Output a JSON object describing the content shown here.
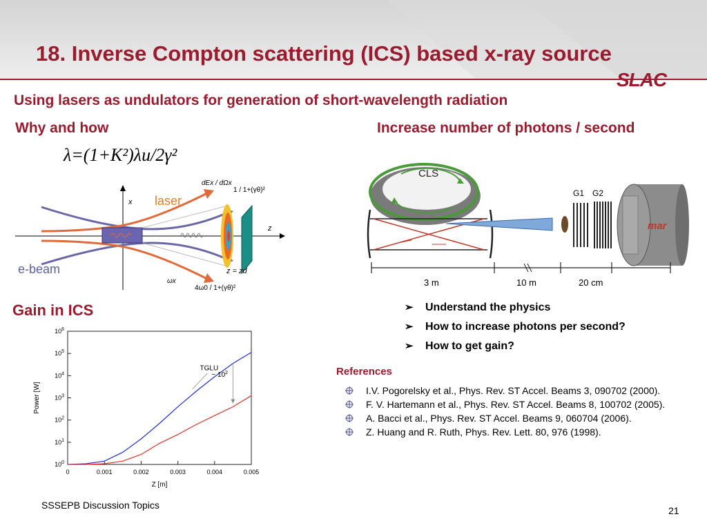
{
  "title": "18. Inverse Compton scattering (ICS) based x-ray source",
  "logo_text": "SLAC",
  "subtitle": "Using lasers as undulators for generation of short-wavelength radiation",
  "sections": {
    "why_how": "Why and how",
    "increase": "Increase number of photons / second",
    "gain": "Gain in ICS"
  },
  "formula": "λ=(1+K²)λu/2γ²",
  "diagram_left": {
    "laser_label": "laser",
    "ebeam_label": "e-beam",
    "axis_x": "x",
    "axis_z": "z",
    "z_eq": "z = zd",
    "eq_top_left": "dEx / dΩx",
    "eq_top_right": "1 / 1+(γθ)²",
    "eq_bottom_left": "ωx",
    "eq_bottom_right": "4ω0 / 1+(γθ)²"
  },
  "diagram_right": {
    "ring_label": "CLS",
    "g1": "G1",
    "g2": "G2",
    "detector": "mar",
    "dist_1": "3 m",
    "dist_2": "10 m",
    "dist_3": "20 cm"
  },
  "bullets": [
    "Understand the physics",
    "How to increase photons per second?",
    "How to get gain?"
  ],
  "refs_title": "References",
  "references": [
    "I.V. Pogorelsky et al., Phys. Rev. ST Accel. Beams 3, 090702 (2000).",
    "F. V. Hartemann et al., Phys. Rev. ST Accel. Beams 8, 100702 (2005).",
    "A. Bacci et al., Phys. Rev. ST Accel. Beams 9, 060704 (2006).",
    "Z. Huang and R. Ruth, Phys. Rev. Lett. 80, 976 (1998)."
  ],
  "footer": "SSSEPB Discussion Topics",
  "page_number": "21",
  "colors": {
    "accent": "#9b1b2e",
    "blue_curve": "#1f2fd6",
    "red_curve": "#e0302a"
  },
  "chart_data": {
    "type": "line",
    "title": "",
    "xlabel": "Z [m]",
    "ylabel": "Power [W]",
    "xlim": [
      0,
      0.005
    ],
    "ylim_exp": [
      0,
      6
    ],
    "log_y": true,
    "x_ticks": [
      "0",
      "0.001",
      "0.002",
      "0.003",
      "0.004",
      "0.005"
    ],
    "y_ticks": [
      "10^0",
      "10^1",
      "10^2",
      "10^3",
      "10^4",
      "10^5",
      "10^6"
    ],
    "annotations": [
      "TGLU",
      "~ 10^2"
    ],
    "series": [
      {
        "color": "blue",
        "x": [
          0,
          0.0005,
          0.001,
          0.0015,
          0.002,
          0.0025,
          0.003,
          0.0035,
          0.004,
          0.0045,
          0.005
        ],
        "log10_y": [
          0.0,
          0.03,
          0.15,
          0.55,
          1.15,
          1.85,
          2.6,
          3.3,
          3.95,
          4.55,
          5.05
        ]
      },
      {
        "color": "red",
        "x": [
          0,
          0.0005,
          0.001,
          0.0015,
          0.002,
          0.0025,
          0.003,
          0.0035,
          0.004,
          0.0045,
          0.005
        ],
        "log10_y": [
          0.0,
          0.0,
          0.03,
          0.15,
          0.45,
          0.95,
          1.35,
          1.8,
          2.2,
          2.6,
          3.1
        ]
      }
    ]
  }
}
